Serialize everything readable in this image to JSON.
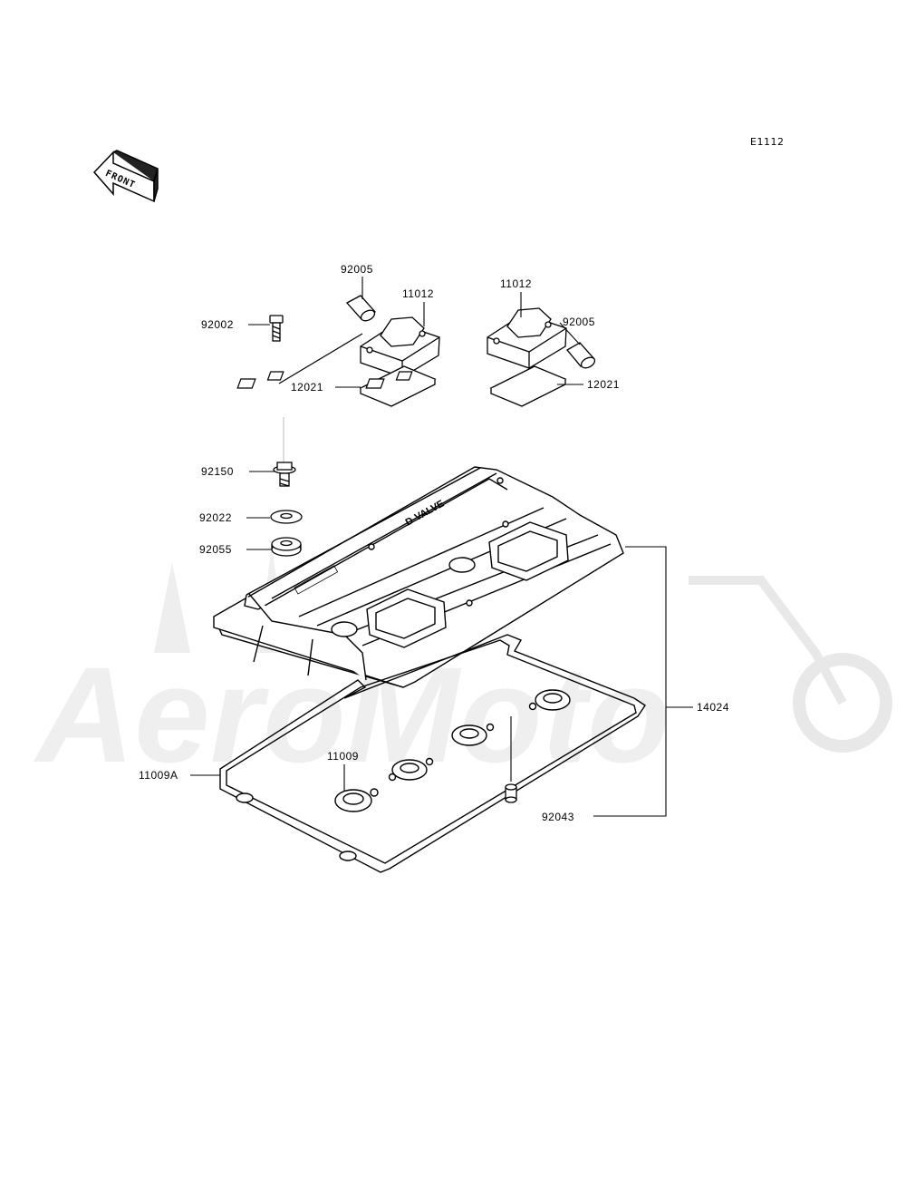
{
  "diagram": {
    "ref_code": "E1112",
    "front_indicator": "FRONT",
    "cover_marking": "D-VALVE",
    "watermark": "AeroMoto",
    "parts": [
      {
        "id": "92005a",
        "number": "92005"
      },
      {
        "id": "11012a",
        "number": "11012"
      },
      {
        "id": "92002",
        "number": "92002"
      },
      {
        "id": "12021a",
        "number": "12021"
      },
      {
        "id": "11012b",
        "number": "11012"
      },
      {
        "id": "92005b",
        "number": "92005"
      },
      {
        "id": "12021b",
        "number": "12021"
      },
      {
        "id": "92150",
        "number": "92150"
      },
      {
        "id": "92022",
        "number": "92022"
      },
      {
        "id": "92055",
        "number": "92055"
      },
      {
        "id": "14024",
        "number": "14024"
      },
      {
        "id": "11009",
        "number": "11009"
      },
      {
        "id": "11009A",
        "number": "11009A"
      },
      {
        "id": "92043",
        "number": "92043"
      }
    ]
  }
}
